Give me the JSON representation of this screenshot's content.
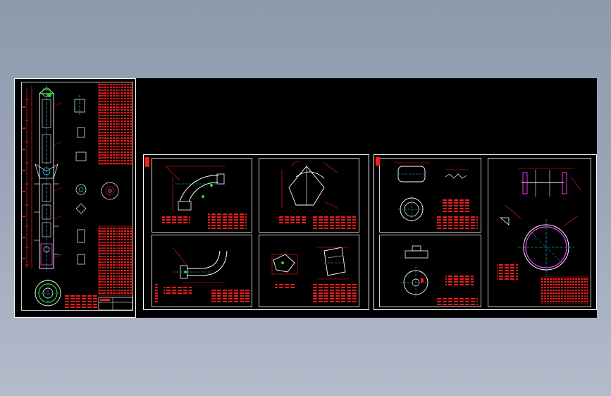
{
  "viewer": {
    "background": "#000000",
    "frame_color": "#ffffff",
    "accent_red": "#ff1a1a",
    "accent_green": "#22dd22",
    "accent_cyan": "#22ccff",
    "accent_magenta": "#ff44ff"
  },
  "sheets": [
    {
      "id": "sheet-1",
      "content": "vertical-vessel-assembly"
    },
    {
      "id": "sheet-2",
      "content": "elbow-details"
    },
    {
      "id": "sheet-3",
      "content": "flange-and-shell-details"
    }
  ]
}
